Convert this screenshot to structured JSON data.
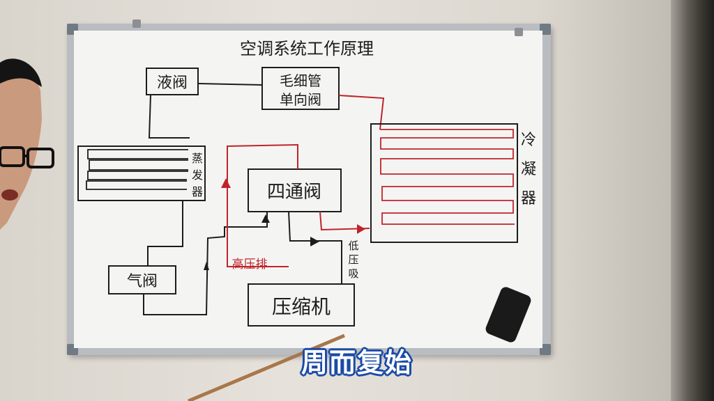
{
  "board": {
    "title": "空调系统工作原理",
    "liquid_valve": "液阀",
    "capillary_line1": "毛细管",
    "capillary_line2": "单向阀",
    "evaporator": [
      "蒸",
      "发",
      "器"
    ],
    "condenser": [
      "冷",
      "凝",
      "器"
    ],
    "four_way_valve": "四通阀",
    "gas_valve": "气阀",
    "compressor": "压缩机",
    "high_pressure": "高压排",
    "low_pressure": [
      "低",
      "压",
      "吸"
    ]
  },
  "subtitle": "周而复始",
  "colors": {
    "ink_black": "#1c1c1c",
    "ink_red": "#c0232b",
    "subtitle_outline": "#1a4aa8"
  }
}
